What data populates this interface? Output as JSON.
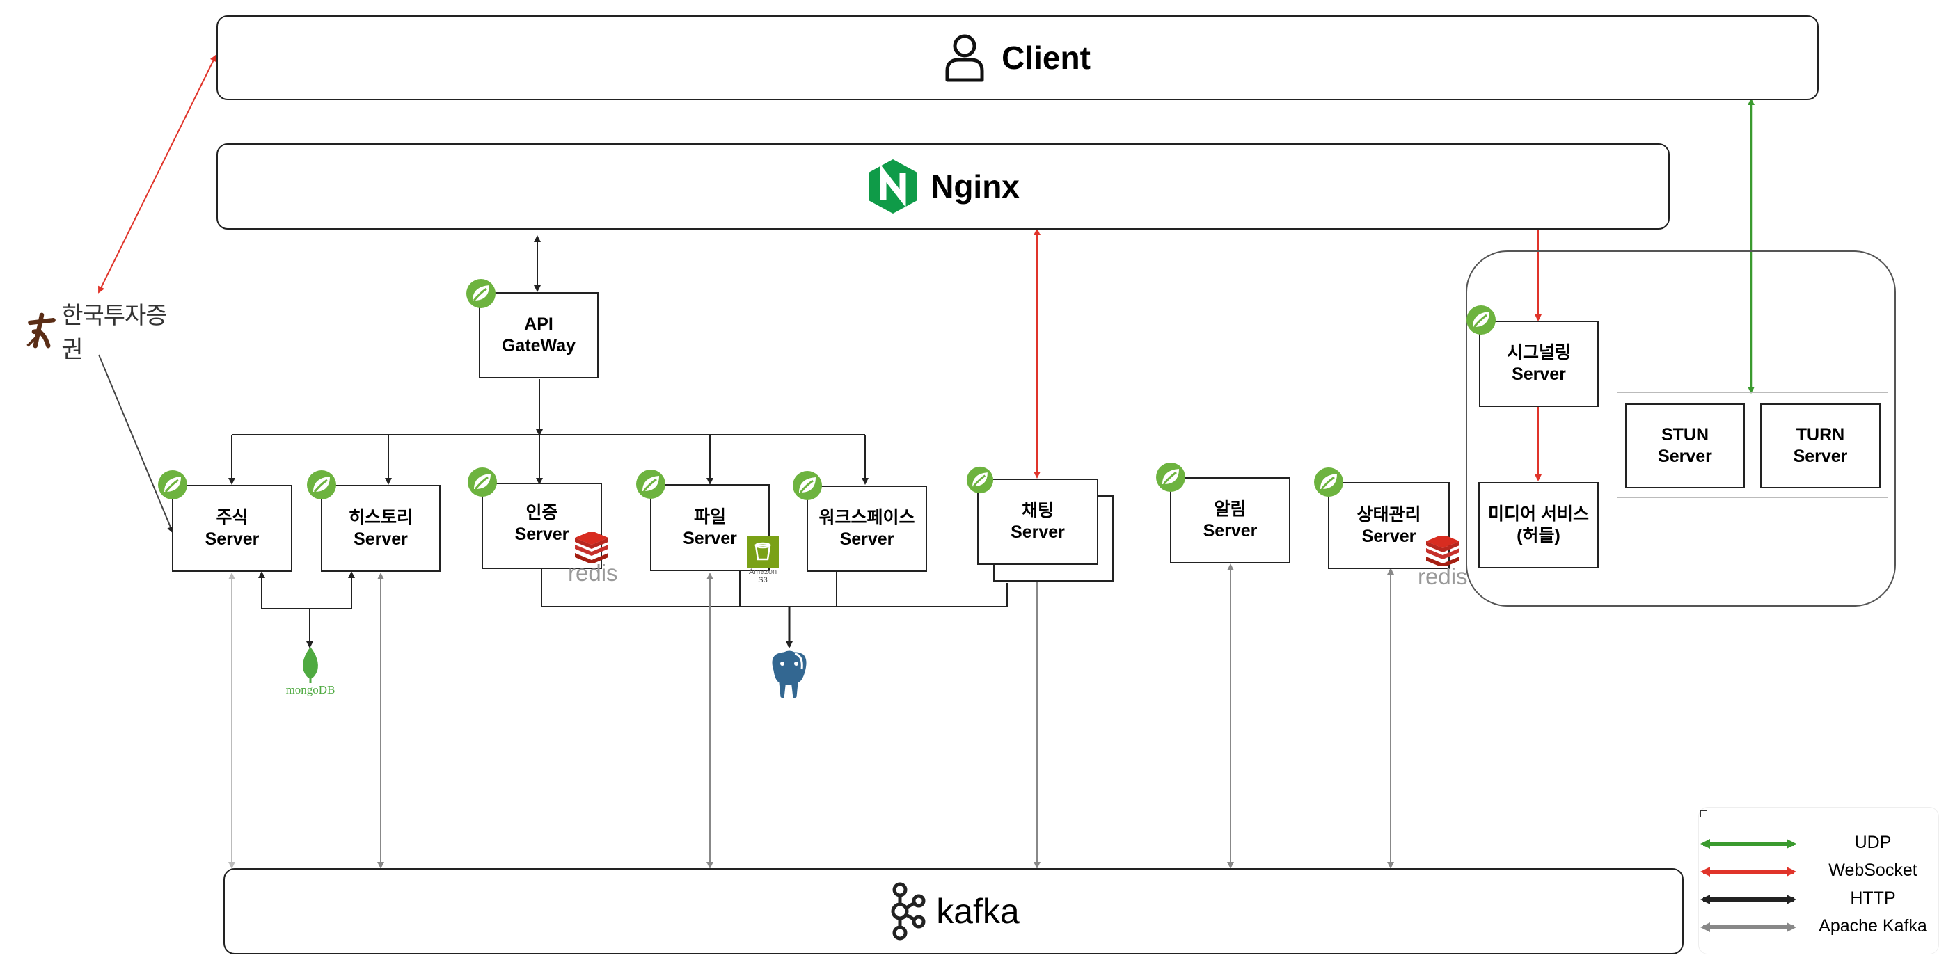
{
  "client": {
    "label": "Client"
  },
  "nginx": {
    "label": "Nginx"
  },
  "kafka": {
    "label": "kafka"
  },
  "korea_investment": {
    "label": "한국투자증권"
  },
  "api_gateway": {
    "line1": "API",
    "line2": "GateWay"
  },
  "servers": {
    "stock": {
      "name": "주식",
      "sub": "Server"
    },
    "history": {
      "name": "히스토리",
      "sub": "Server"
    },
    "auth": {
      "name": "인증",
      "sub": "Server"
    },
    "file": {
      "name": "파일",
      "sub": "Server"
    },
    "workspace": {
      "name": "워크스페이스",
      "sub": "Server"
    },
    "chat": {
      "name": "채팅",
      "sub": "Server"
    },
    "notification": {
      "name": "알림",
      "sub": "Server"
    },
    "status": {
      "name": "상태관리",
      "sub": "Server"
    },
    "signaling": {
      "name": "시그널링",
      "sub": "Server"
    },
    "media": {
      "name": "미디어 서비스",
      "sub": "(허들)"
    },
    "stun": {
      "name": "STUN",
      "sub": "Server"
    },
    "turn": {
      "name": "TURN",
      "sub": "Server"
    }
  },
  "datastores": {
    "redis": "redis",
    "mongodb": "mongoDB",
    "s3_line1": "Amazon",
    "s3_line2": "S3"
  },
  "legend": {
    "items": [
      {
        "label": "UDP",
        "color": "#3a9a2e"
      },
      {
        "label": "WebSocket",
        "color": "#e0342a"
      },
      {
        "label": "HTTP",
        "color": "#222222"
      },
      {
        "label": "Apache Kafka",
        "color": "#888888"
      }
    ]
  },
  "colors": {
    "spring": "#6db33f",
    "nginx": "#0f9b48",
    "redis": "#d82c20",
    "mongodb": "#4faa41",
    "postgres": "#336791",
    "s3": "#7aa116"
  },
  "icons": [
    "person-icon",
    "nginx-logo",
    "kafka-logo",
    "spring-leaf-icon",
    "redis-logo",
    "mongodb-logo",
    "postgresql-logo",
    "amazon-s3-icon",
    "korea-investment-logo"
  ]
}
